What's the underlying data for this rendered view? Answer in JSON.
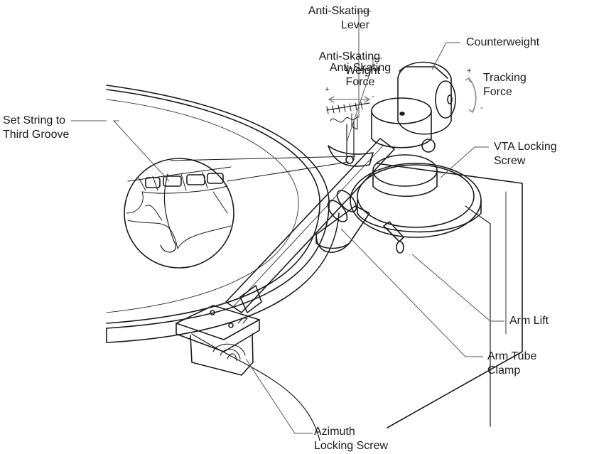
{
  "labels": {
    "anti_skating_lever": [
      "Anti-Skating",
      "Lever"
    ],
    "anti_skating_weight": [
      "Anti-Skating",
      "Weight"
    ],
    "anti_skating_force": [
      "Anti-Skating",
      "Force"
    ],
    "counterweight": [
      "Counterweight"
    ],
    "tracking_force": [
      "Tracking",
      "Force"
    ],
    "set_string": [
      "Set String to",
      "Third Groove"
    ],
    "vta_locking_screw": [
      "VTA Locking",
      "Screw"
    ],
    "arm_lift": [
      "Arm Lift"
    ],
    "arm_tube_clamp": [
      "Arm Tube",
      "Clamp"
    ],
    "azimuth_locking_screw": [
      "Azimuth",
      "Locking Screw"
    ]
  },
  "symbols": {
    "plus": "+",
    "minus": "-"
  },
  "colors": {
    "line": "#1a1a1a",
    "leader": "#555555",
    "arrow": "#888888"
  }
}
